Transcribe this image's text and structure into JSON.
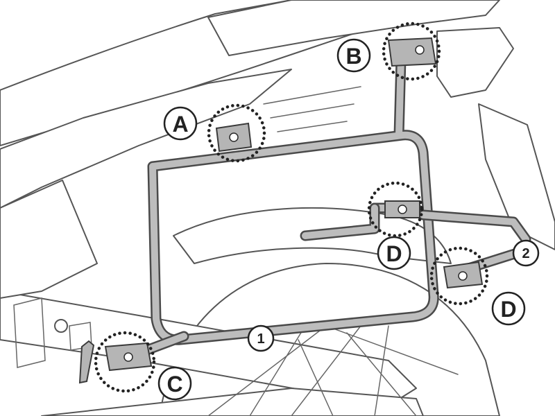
{
  "callouts": {
    "a": "A",
    "b": "B",
    "c": "C",
    "d_upper": "D",
    "d_lower": "D",
    "one": "1",
    "two": "2"
  },
  "colors": {
    "frame": "#bdbdbd",
    "outline": "#4a4a4a",
    "marker": "#222222"
  }
}
